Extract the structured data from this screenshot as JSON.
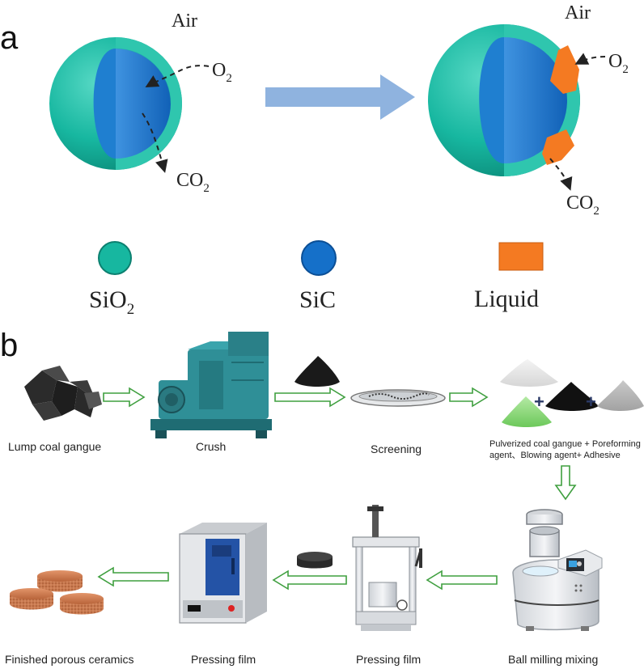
{
  "panel_a": {
    "label": "a",
    "left_air": "Air",
    "right_air": "Air",
    "o2_main": "O",
    "o2_sub": "2",
    "co2_main": "CO",
    "co2_sub": "2",
    "legend": {
      "sio2_main": "SiO",
      "sio2_sub": "2",
      "sic": "SiC",
      "liquid": "Liquid"
    },
    "colors": {
      "sio2": "#17b7a0",
      "sic": "#1570c9",
      "liquid": "#f47a22",
      "arrow": "#8fb3df"
    }
  },
  "panel_b": {
    "label": "b",
    "steps": {
      "lump": "Lump coal gangue",
      "crush": "Crush",
      "screening": "Screening",
      "mix_line1": "Pulverized coal gangue + Poreforming",
      "mix_line2": "agent、Blowing agent+ Adhesive",
      "ball_mill": "Ball milling mixing",
      "press": "Pressing film",
      "furnace": "Pressing film",
      "finished": "Finished porous ceramics"
    },
    "plus": "+",
    "colors": {
      "flow_arrow": "#3f9f3f",
      "machine": "#2f8f97",
      "green_powder": "#7ed06a"
    }
  }
}
